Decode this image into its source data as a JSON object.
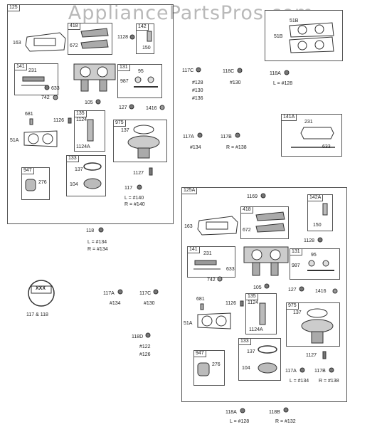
{
  "watermark": "AppliancePartsPros.com",
  "kit1": {
    "label": "125",
    "labels": {
      "p163": "163",
      "p418": "418",
      "p672": "672",
      "p1128a": "1128",
      "p142": "142",
      "p150": "150",
      "p141": "141",
      "p231": "231",
      "p633": "633",
      "p742": "742",
      "p131": "131",
      "p95": "95",
      "p987": "987",
      "p105": "105",
      "p681": "681",
      "p1126": "1126",
      "p135": "135",
      "p1124": "1124",
      "p1124a": "1124A",
      "p51a": "51A",
      "p127": "127",
      "p1416": "1416",
      "p975": "975",
      "p137a": "137",
      "p133": "133",
      "p137b": "137",
      "p104": "104",
      "p947": "947",
      "p276": "276",
      "p1127": "1127"
    },
    "p117": "117",
    "p117_l": "L = #140",
    "p117_r": "R = #140"
  },
  "kit2": {
    "label": "125A",
    "labels": {
      "p1169": "1169",
      "p418": "418",
      "p672": "672",
      "p163": "163",
      "p142a": "142A",
      "p150": "150",
      "p1128": "1128",
      "p141": "141",
      "p231": "231",
      "p633": "633",
      "p742": "742",
      "p131": "131",
      "p95": "95",
      "p987": "987",
      "p105": "105",
      "p127": "127",
      "p1416": "1416",
      "p681": "681",
      "p1126": "1126",
      "p135": "135",
      "p1124": "1124",
      "p1124a": "1124A",
      "p51a": "51A",
      "p975": "975",
      "p137a": "137",
      "p133": "133",
      "p137b": "137",
      "p104": "104",
      "p1127": "1127",
      "p947": "947",
      "p276": "276",
      "p117a": "117A",
      "p117a_l": "L = #134",
      "p117b": "117B",
      "p117b_r": "R = #138"
    }
  },
  "box51b": {
    "label1": "51B",
    "label2": "51B"
  },
  "box141a": {
    "label": "141A",
    "p231": "231",
    "p633": "633"
  },
  "refs": {
    "r117c": "117C",
    "r117c_1": "#128",
    "r117c_2": "#130",
    "r117c_3": "#136",
    "r118c": "118C",
    "r118c_1": "#130",
    "r118a": "118A",
    "r118a_1": "L = #128",
    "r117a": "117A",
    "r117a_1": "#134",
    "r117b": "117B",
    "r117b_1": "R = #138",
    "r118": "118",
    "r118_l": "L = #134",
    "r118_r": "R = #134",
    "xxx": "XXX",
    "r117_118": "117  & 118",
    "b117a": "117A",
    "b117a_1": "#134",
    "b117c": "117C",
    "b117c_1": "#130",
    "r118d": "118D",
    "r118d_1": "#122",
    "r118d_2": "#126",
    "b118a": "118A",
    "b118a_1": "L = #128",
    "b118b": "118B",
    "b118b_1": "R = #132"
  }
}
